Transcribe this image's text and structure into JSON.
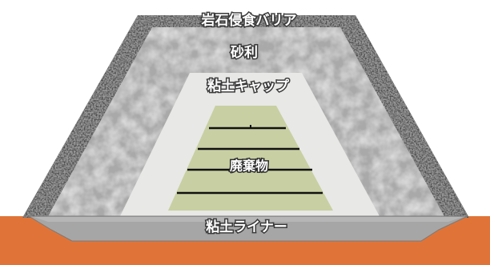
{
  "diagram": {
    "layers": {
      "rock_barrier": "岩石侵食バリア",
      "gravel": "砂利",
      "clay_cap": "粘土キャップ",
      "waste": "廃棄物",
      "clay_liner": "粘土ライナー"
    },
    "colors": {
      "ground": "#e07438",
      "rock": "#4a4a4a",
      "gravel": "#a9a9a9",
      "clay_cap": "#e8e8e6",
      "waste": "#c8cfa2",
      "liner": "#a6a6a6",
      "waste_lines": "#111111"
    }
  }
}
